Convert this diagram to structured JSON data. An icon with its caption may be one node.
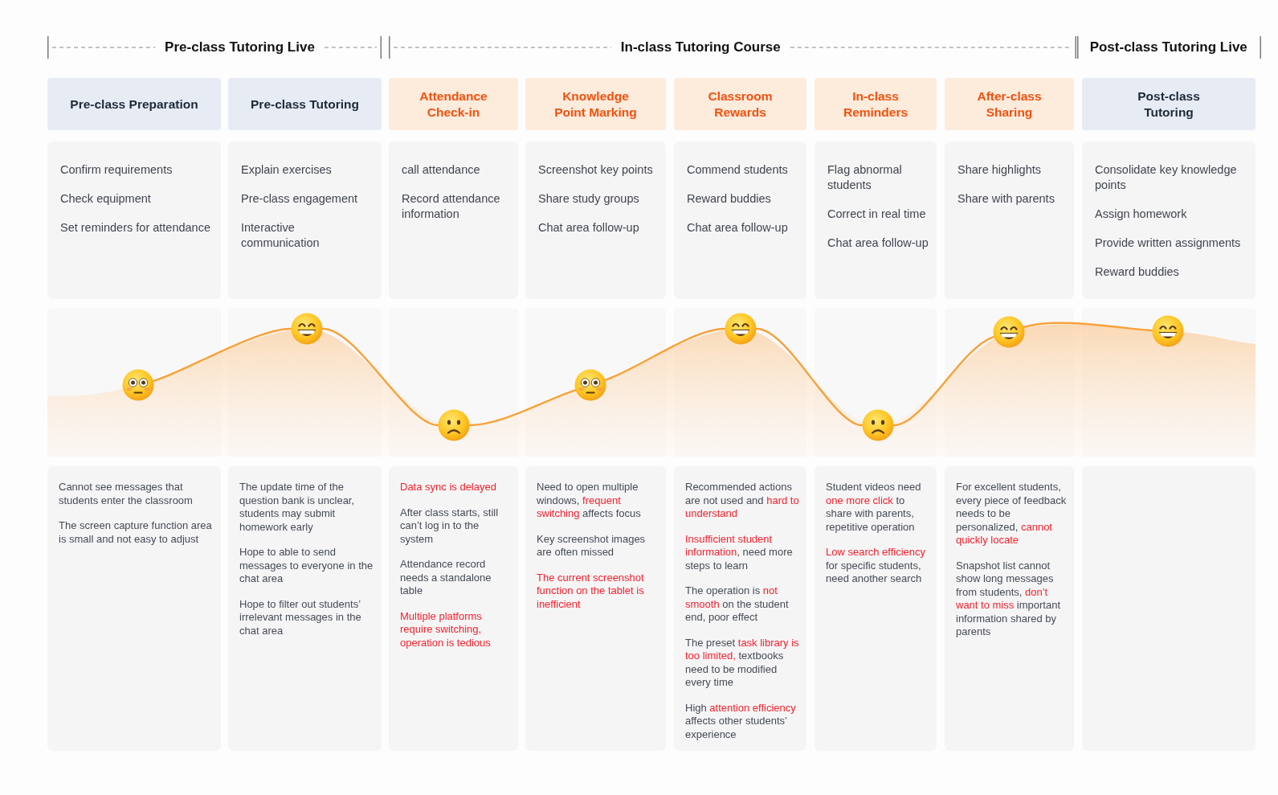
{
  "diagram": {
    "nodes": [
      {
        "text": [
          "Pre-class Preparation"
        ]
      },
      {
        "text": [
          "Pre-class Tutoring"
        ]
      },
      {
        "text": [
          "Attendance Check-in"
        ]
      },
      {
        "text": [
          "Knowledge Point Marking"
        ]
      },
      {
        "text": [
          "Classroom Rewards"
        ]
      },
      {
        "text": [
          "In-class Reminders"
        ]
      },
      {
        "text": [
          "After-class Sharing"
        ]
      },
      {
        "text": [
          "Post-class Tutoring"
        ]
      },
      {
        "text": [
          "Confirm requirements",
          "Check equipment",
          "Set reminders for attendance"
        ]
      },
      {
        "text": [
          "Explain exercises",
          "Pre-class engagement",
          "Interactive communication"
        ]
      },
      {
        "text": [
          "call attendance",
          "Record attendance information"
        ]
      },
      {
        "text": [
          "Screenshot key points",
          "Share study groups",
          "Chat area follow-up"
        ]
      },
      {
        "text": [
          "Commend students",
          "Reward buddies",
          "Chat area follow-up"
        ]
      },
      {
        "text": [
          "Flag abnormal students",
          "Correct in real time",
          "Chat area follow-up"
        ]
      },
      {
        "text": [
          "Share highlights",
          "Share with parents"
        ]
      },
      {
        "text": [
          "Consolidate key knowledge points",
          "Assign homework",
          "Provide written assignments",
          "Reward buddies"
        ]
      },
      {
        "text": [],
        "shape": "picture"
      },
      {
        "text": [],
        "shape": "picture"
      },
      {
        "text": [],
        "shape": "picture"
      },
      {
        "text": [],
        "shape": "picture"
      },
      {
        "text": [],
        "shape": "picture"
      },
      {
        "text": [],
        "shape": "picture"
      },
      {
        "text": [],
        "shape": "picture"
      },
      {
        "text": [],
        "shape": "picture"
      },
      {
        "text": [
          "Cannot see messages that students enter the classroom",
          "The screen capture function area is small and not easy to adjust"
        ]
      },
      {
        "text": [
          "The update time of the question bank is unclear, students may submit homework early",
          "Hope to able to send messages to everyone in the chat area",
          "Hope to filter out students’ irrelevant messages in the chat area"
        ]
      },
      {
        "text": [
          "Data sync is delayed",
          "After class starts, still can’t log in to the system",
          "Attendance record needs a standalone table",
          "Multiple platforms require switching, operation is tedious"
        ]
      },
      {
        "text": [
          "Need to open multiple windows, **frequent switching** affects focus",
          "Key screenshot images are often missed",
          "The current screenshot function on the tablet is inefficient"
        ]
      },
      {
        "text": [
          "Recommended actions are not used and **hard to understand**",
          "**Insufficient student information**, need more steps to learn",
          "The operation is **not smooth** on the student end, poor effect",
          "The preset **task library is too limited,** textbooks need to be modified every time",
          "High **attention efficiency** affects other students’ experience"
        ]
      },
      {
        "text": [
          "Student videos need **one more click** to share with parents, repetitive operation",
          "**Low search efficiency** for specific students, need another search"
        ]
      },
      {
        "text": [
          "For excellent students, every piece of feedback needs to be personalized, **cannot quickly locate**",
          "Snapshot list cannot show long messages from students, **don’t want to miss** important information shared by parents"
        ]
      },
      {
        "text": [],
        "shape": "box"
      }
    ],
    "edges": [
      {
        "from": 16,
        "to": 17,
        "arrow": "none"
      },
      {
        "from": 17,
        "to": 18,
        "arrow": "none"
      },
      {
        "from": 18,
        "to": 19,
        "arrow": "none"
      },
      {
        "from": 19,
        "to": 20,
        "arrow": "none"
      },
      {
        "from": 20,
        "to": 21,
        "arrow": "none"
      },
      {
        "from": 21,
        "to": 22,
        "arrow": "none"
      },
      {
        "from": 22,
        "to": 23,
        "arrow": "none"
      }
    ],
    "labels": [
      "Pre-class Tutoring Live",
      "In-class Tutoring Course",
      "Post-class Tutoring Live"
    ]
  }
}
